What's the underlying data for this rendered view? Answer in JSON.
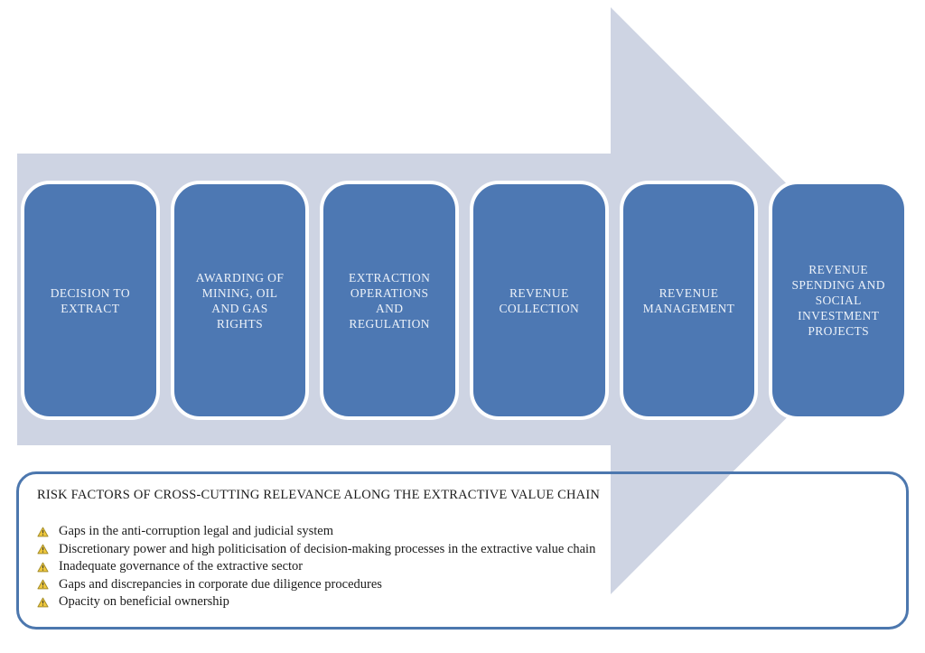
{
  "colors": {
    "background": "#FFFFFF",
    "arrow_fill": "#CED4E3",
    "stage_fill": "#4D78B3",
    "stage_border": "#FFFFFF",
    "stage_text": "#EDF2F9",
    "panel_border": "#4C77AE",
    "body_text": "#1C1C1C",
    "warning_yellow": "#F0C83C",
    "warning_outline": "#A68F2B"
  },
  "value_chain": {
    "stages": [
      {
        "label": "DECISION TO\nEXTRACT"
      },
      {
        "label": "AWARDING OF\nMINING, OIL\nAND GAS\nRIGHTS"
      },
      {
        "label": "EXTRACTION\nOPERATIONS\nAND\nREGULATION"
      },
      {
        "label": "REVENUE\nCOLLECTION"
      },
      {
        "label": "REVENUE\nMANAGEMENT"
      },
      {
        "label": "REVENUE\nSPENDING AND\nSOCIAL\nINVESTMENT\nPROJECTS"
      }
    ]
  },
  "risk_panel": {
    "title": "RISK FACTORS OF CROSS-CUTTING RELEVANCE ALONG THE EXTRACTIVE VALUE CHAIN",
    "bullet_icon": "warning-triangle-icon",
    "items": [
      "Gaps in the anti-corruption legal and judicial system",
      "Discretionary power and high politicisation of decision-making processes in the extractive value chain",
      "Inadequate governance of the extractive sector",
      "Gaps and discrepancies in corporate due diligence procedures",
      "Opacity on beneficial ownership"
    ]
  }
}
